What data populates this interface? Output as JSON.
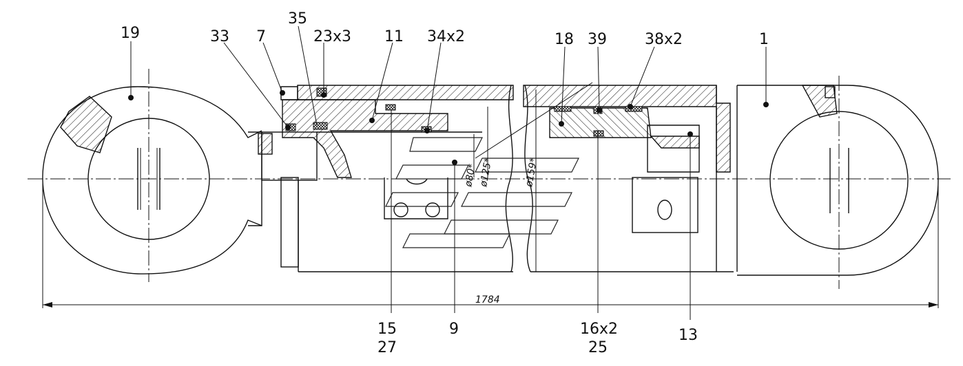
{
  "drawing": {
    "overall_dimension": "1784",
    "diameters": [
      "ø80*",
      "ø125*",
      "ø159*"
    ],
    "callouts": [
      {
        "id": "19",
        "text": "19"
      },
      {
        "id": "33",
        "text": "33"
      },
      {
        "id": "7",
        "text": "7"
      },
      {
        "id": "35",
        "text": "35"
      },
      {
        "id": "23x3",
        "text": "23x3"
      },
      {
        "id": "11",
        "text": "11"
      },
      {
        "id": "34x2",
        "text": "34x2"
      },
      {
        "id": "18",
        "text": "18"
      },
      {
        "id": "39",
        "text": "39"
      },
      {
        "id": "38x2",
        "text": "38x2"
      },
      {
        "id": "1",
        "text": "1"
      },
      {
        "id": "15",
        "text": "15"
      },
      {
        "id": "27",
        "text": "27"
      },
      {
        "id": "9",
        "text": "9"
      },
      {
        "id": "16x2",
        "text": "16x2"
      },
      {
        "id": "25",
        "text": "25"
      },
      {
        "id": "13",
        "text": "13"
      }
    ]
  }
}
